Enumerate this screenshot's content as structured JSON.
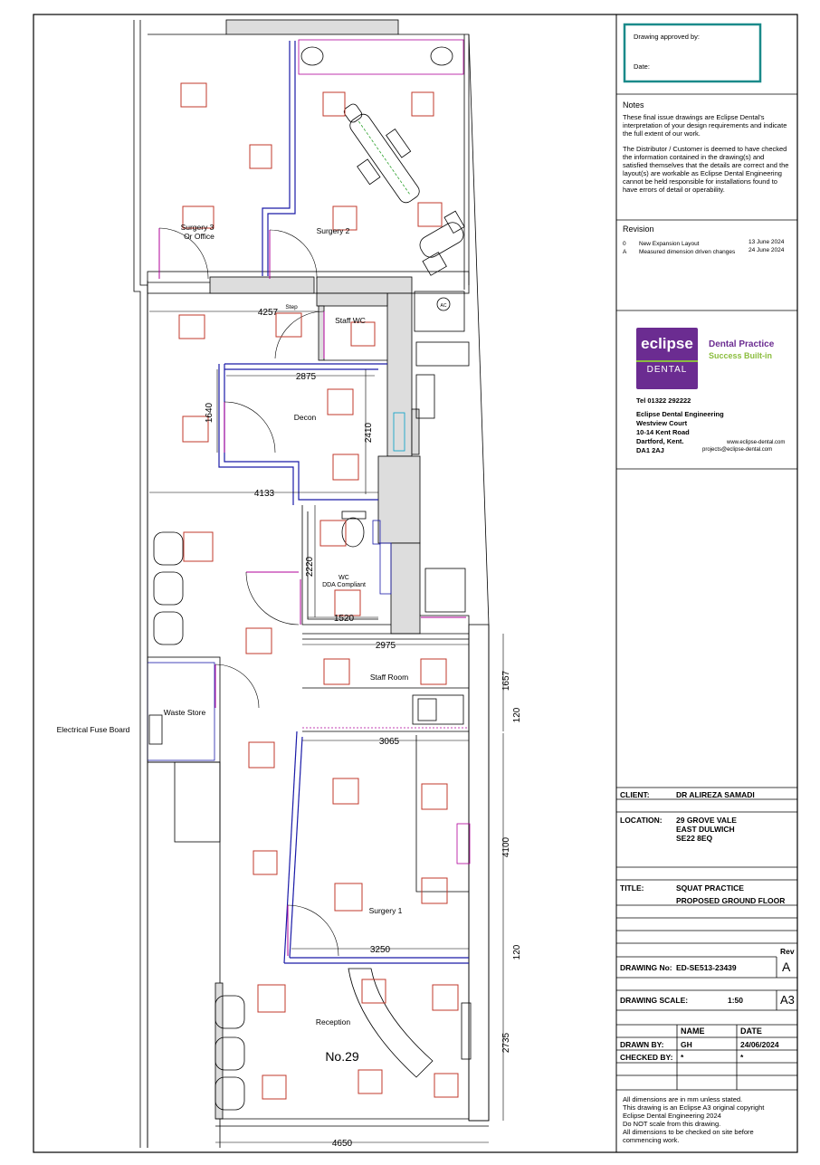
{
  "approval": {
    "approved_label": "Drawing approved by:",
    "date_label": "Date:"
  },
  "notes": {
    "heading": "Notes",
    "para1": "These final issue drawings are Eclipse Dental's interpretation of your design requirements and indicate the full extent of our work.",
    "para2": "The Distributor / Customer is deemed to have checked the information contained in the drawing(s) and satisfied themselves that the details are correct and the layout(s) are workable as Eclipse Dental Engineering cannot be held responsible for installations found to have errors of detail or operability."
  },
  "revision": {
    "heading": "Revision",
    "rows": [
      {
        "rev": "0",
        "desc": "New Expansion Layout",
        "date": "13 June 2024"
      },
      {
        "rev": "A",
        "desc": "Measured dimension driven changes",
        "date": "24 June 2024"
      }
    ]
  },
  "company": {
    "logo_top": "eclipse",
    "logo_bottom": "DENTAL",
    "tag1": "Dental Practice",
    "tag2": "Success Built-in",
    "tel": "Tel 01322 292222",
    "address": [
      "Eclipse Dental Engineering",
      "Westview Court",
      "10-14 Kent Road",
      "Dartford, Kent.",
      "DA1 2AJ"
    ],
    "web": "www.eclipse-dental.com",
    "email": "projects@eclipse-dental.com",
    "colors": {
      "purple": "#6b2c91",
      "green": "#8bbd3e"
    }
  },
  "titleblock": {
    "client_label": "CLIENT:",
    "client": "DR ALIREZA SAMADI",
    "location_label": "LOCATION:",
    "location": [
      "29 GROVE VALE",
      "EAST DULWICH",
      "SE22 8EQ"
    ],
    "title_label": "TITLE:",
    "title": [
      "SQUAT PRACTICE",
      "PROPOSED GROUND FLOOR"
    ],
    "rev_label": "Rev",
    "drawing_no_label": "DRAWING No:",
    "drawing_no": "ED-SE513-23439",
    "rev": "A",
    "scale_label": "DRAWING SCALE:",
    "scale": "1:50",
    "sheet": "A3",
    "name_label": "NAME",
    "date_label": "DATE",
    "drawn_label": "DRAWN BY:",
    "drawn_name": "GH",
    "drawn_date": "24/06/2024",
    "checked_label": "CHECKED BY:",
    "checked_name": "*",
    "checked_date": "*",
    "footer": [
      "All dimensions are in mm unless stated.",
      "This drawing is an Eclipse A3 original copyright",
      "Eclipse Dental Engineering 2024",
      "Do NOT scale from this drawing.",
      "All dimensions to be checked on site before",
      "commencing work."
    ]
  },
  "rooms": {
    "surgery3": [
      "Surgery 3",
      "Or Office"
    ],
    "surgery2": "Surgery 2",
    "step": "Step",
    "staff_wc": "Staff WC",
    "decon": "Decon",
    "wc": [
      "WC",
      "DDA Compliant"
    ],
    "staff_room": "Staff Room",
    "waste_store": "Waste Store",
    "fuse_board": "Electrical Fuse Board",
    "surgery1": "Surgery 1",
    "reception": "Reception",
    "number": "No.29",
    "ac": "AC"
  },
  "dimensions": {
    "d4257": "4257",
    "d2875": "2875",
    "d1640": "1640",
    "d2410": "2410",
    "d4133": "4133",
    "d2220": "2220",
    "d1520": "1520",
    "d2975": "2975",
    "d1657": "1657",
    "d120a": "120",
    "d3065": "3065",
    "d4100": "4100",
    "d3250": "3250",
    "d120b": "120",
    "d2735": "2735",
    "d4650": "4650"
  }
}
